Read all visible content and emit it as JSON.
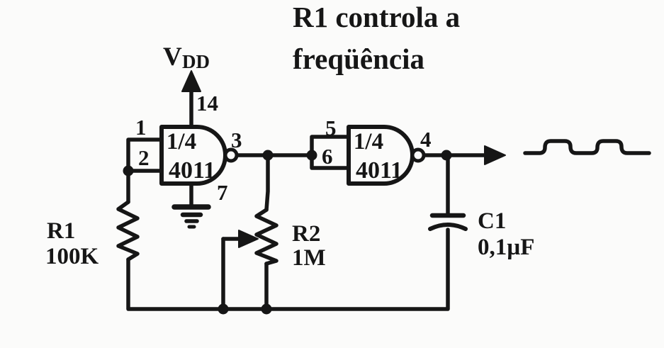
{
  "title": {
    "line1": "R1 controla a",
    "line2": "freqüência"
  },
  "power": {
    "vdd_main": "V",
    "vdd_sub": "DD",
    "pin_vdd": "14"
  },
  "gates": [
    {
      "fraction": "1/4",
      "part": "4011",
      "pin_in_top": "1",
      "pin_in_bottom": "2",
      "pin_out": "3",
      "pin_gnd": "7"
    },
    {
      "fraction": "1/4",
      "part": "4011",
      "pin_in_top": "5",
      "pin_in_bottom": "6",
      "pin_out": "4"
    }
  ],
  "components": [
    {
      "ref": "R1",
      "value": "100K"
    },
    {
      "ref": "R2",
      "value": "1M"
    },
    {
      "ref": "C1",
      "value": "0,1µF"
    }
  ],
  "colors": {
    "ink": "#161616",
    "paper": "#fbfbfa"
  }
}
